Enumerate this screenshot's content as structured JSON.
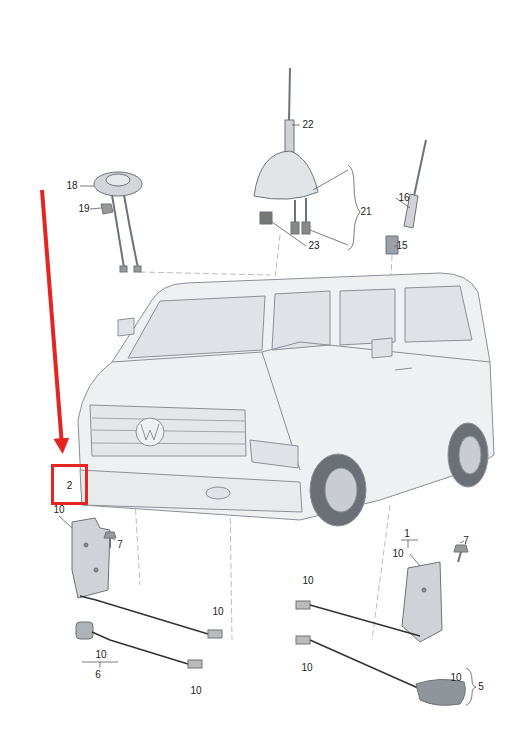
{
  "diagram": {
    "nodes": [
      {
        "text": [
          "2"
        ]
      }
    ],
    "labels": [
      "22",
      "18",
      "16",
      "21",
      "19",
      "15",
      "23",
      "10",
      "7",
      "1",
      "10",
      "7",
      "10",
      "10",
      "10",
      "6",
      "10",
      "10",
      "5",
      "10"
    ]
  }
}
